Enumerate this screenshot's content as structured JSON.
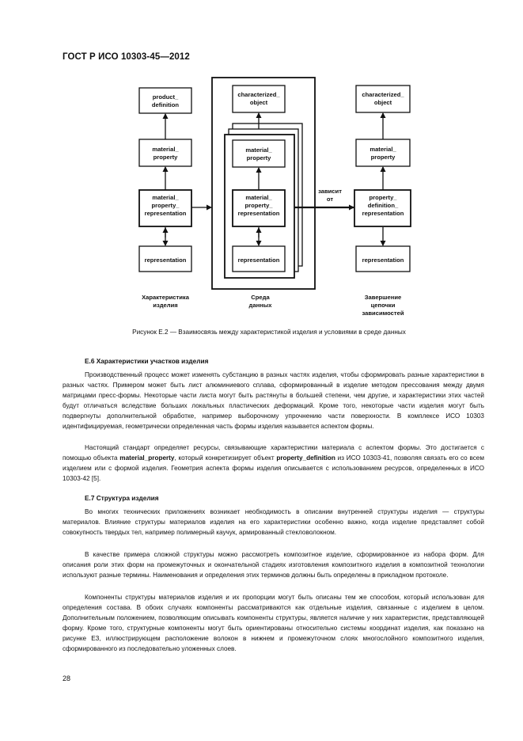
{
  "header": {
    "title": "ГОСТ Р ИСО 10303-45—2012"
  },
  "diagram": {
    "left": {
      "top": [
        "product_",
        "definition"
      ],
      "middle": [
        "material_",
        "property"
      ],
      "lower": [
        "material_",
        "property_",
        "representation"
      ],
      "bottom": "representation",
      "caption": [
        "Характеристика",
        "изделия"
      ]
    },
    "center": {
      "top": [
        "characterized_",
        "object"
      ],
      "middle": [
        "material_",
        "property"
      ],
      "lower": [
        "material_",
        "property_",
        "representation"
      ],
      "bottom": "representation",
      "caption": [
        "Среда",
        "данных"
      ]
    },
    "right": {
      "top": [
        "characterized_",
        "object"
      ],
      "middle": [
        "material_",
        "property"
      ],
      "lower": [
        "property_",
        "definition_",
        "representation"
      ],
      "bottom": "representation",
      "caption": [
        "Завершение",
        "цепочки",
        "зависимостей"
      ]
    },
    "link_label": [
      "зависит",
      "от"
    ]
  },
  "figure_caption": "Рисунок  Е.2 — Взаимосвязь между характеристикой изделия и условиями в среде данных",
  "section_e6": {
    "heading": "Е.6  Характеристики участков изделия",
    "p1": "Производственный процесс может изменять субстанцию в разных частях изделия, чтобы сформировать разные характеристики в разных частях. Примером может быть лист алюминиевого сплава, сформированный в изделие методом прессования между двумя матрицами пресс-формы. Некоторые части листа могут быть растянуты в большей степени, чем другие, и характеристики этих частей будут отличаться вследствие больших локальных пластических деформаций. Кроме того, некоторые части изделия могут быть подвергнуты дополнительной обработке, например выборочному упрочнению части поверхности. В комплексе ИСО 10303 идентифицируемая, геометрически определенная часть формы изделия называется аспектом формы.",
    "p2_a": "Настоящий стандарт определяет ресурсы, связывающие характеристики материала с аспектом формы. Это достигается с помощью объекта ",
    "p2_b": "material_property",
    "p2_c": ", который конкретизирует объект ",
    "p2_d": "property_definition",
    "p2_e": " из ИСО 10303-41, позволяя связать его со всем изделием или с формой изделия. Геометрия аспекта формы изделия описывается с использованием ресурсов, определенных в ИСО 10303-42 [5]."
  },
  "section_e7": {
    "heading": "Е.7  Структура изделия",
    "p1": "Во многих технических приложениях возникает необходимость в описании внутренней структуры изделия — структуры материалов. Влияние структуры материалов изделия на его характеристики особенно важно, когда изделие представляет собой совокупность твердых тел, например полимерный каучук, армированный стекловолокном.",
    "p2": "В качестве примера сложной структуры можно рассмотреть композитное изделие, сформированное из набора форм. Для описания роли этих форм на промежуточных и окончательной стадиях изготовления композитного изделия в композитной технологии используют разные термины. Наименования и определения этих терминов должны быть определены в прикладном протоколе.",
    "p3": "Компоненты структуры материалов изделия и их пропорции могут быть описаны тем же способом, который использован для определения состава. В обоих случаях компоненты рассматриваются как отдельные изделия, связанные с изделием в целом. Дополнительным положением, позволяющим описывать компоненты структуры, является наличие у них характеристик, представляющей форму. Кроме того, структурные компоненты могут быть ориентированы относительно системы координат изделия, как показано на рисунке Е3, иллюстрирующем расположение волокон в нижнем и промежуточном слоях многослойного композитного изделия, сформированного из последовательно уложенных слоев."
  },
  "page_number": "28"
}
